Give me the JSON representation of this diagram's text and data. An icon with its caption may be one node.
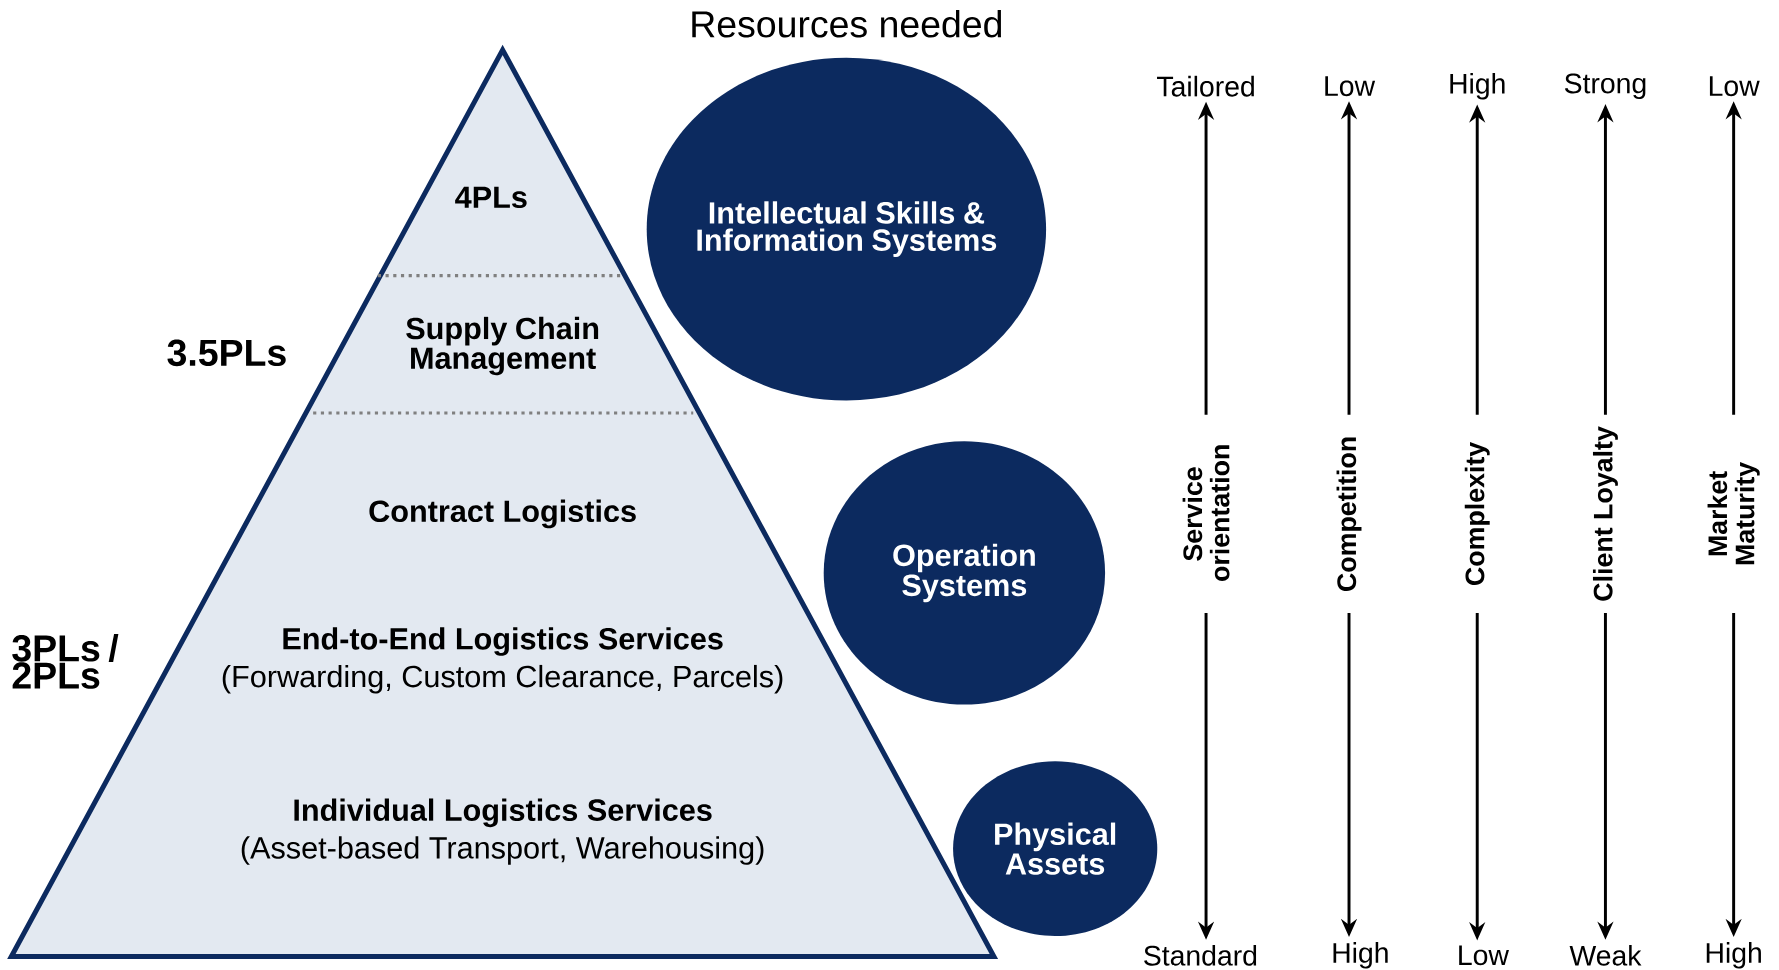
{
  "diagram": {
    "nodes": [
      {
        "text": [],
        "shape": "triangle"
      },
      {
        "text": [
          "4PLs"
        ],
        "in": 0
      },
      {
        "text": [
          "Supply Chain Management"
        ],
        "in": 0
      },
      {
        "text": [
          "Contract Logistics"
        ],
        "in": 0
      },
      {
        "text": [
          "End-to-End Logistics Services",
          "(Forwarding, Custom Clearance, Parcels)"
        ],
        "in": 0
      },
      {
        "text": [
          "Individual Logistics Services",
          "(Asset-based Transport, Warehousing)"
        ],
        "in": 0
      },
      {
        "text": [
          "Intellectual Skills & Information Systems"
        ]
      },
      {
        "text": [
          "Operation Systems"
        ]
      },
      {
        "text": [
          "Physical Assets"
        ]
      },
      {
        "text": [
          "Tailored"
        ]
      },
      {
        "text": [
          "Service orientation"
        ]
      },
      {
        "text": [
          "Standard"
        ]
      },
      {
        "text": [
          "Low"
        ]
      },
      {
        "text": [
          "Competition"
        ]
      },
      {
        "text": [
          "High"
        ]
      },
      {
        "text": [
          "High"
        ]
      },
      {
        "text": [
          "Complexity"
        ]
      },
      {
        "text": [
          "Low"
        ]
      },
      {
        "text": [
          "Strong"
        ]
      },
      {
        "text": [
          "Client Loyalty"
        ]
      },
      {
        "text": [
          "Weak"
        ]
      },
      {
        "text": [
          "Low"
        ]
      },
      {
        "text": [
          "Market Maturity"
        ]
      },
      {
        "text": [
          "High"
        ]
      }
    ],
    "edges": [
      {
        "from": 10,
        "to": 9,
        "arrow": "to"
      },
      {
        "from": 10,
        "to": 11,
        "arrow": "to"
      },
      {
        "from": 13,
        "to": 12,
        "arrow": "to"
      },
      {
        "from": 13,
        "to": 14,
        "arrow": "to"
      },
      {
        "from": 16,
        "to": 15,
        "arrow": "to"
      },
      {
        "from": 16,
        "to": 17,
        "arrow": "to"
      },
      {
        "from": 19,
        "to": 18,
        "arrow": "to"
      },
      {
        "from": 19,
        "to": 20,
        "arrow": "to"
      },
      {
        "from": 22,
        "to": 21,
        "arrow": "to"
      },
      {
        "from": 22,
        "to": 23,
        "arrow": "to"
      }
    ],
    "labels": [
      "Resources needed",
      "3.5PLs",
      "3PLs / 2PLs"
    ]
  }
}
